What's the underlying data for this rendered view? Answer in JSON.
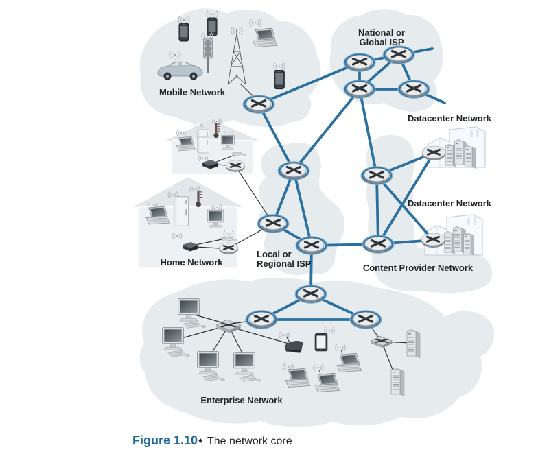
{
  "caption": {
    "label": "Figure 1.10",
    "separator": "♦",
    "text": "The network core"
  },
  "networks": {
    "mobile": {
      "label": "Mobile Network"
    },
    "national_isp": {
      "label_line1": "National or",
      "label_line2": "Global ISP"
    },
    "datacenter_top": {
      "label": "Datacenter Network"
    },
    "datacenter_bottom": {
      "label": "Datacenter Network"
    },
    "home": {
      "label": "Home Network"
    },
    "regional_isp": {
      "label_line1": "Local or",
      "label_line2": "Regional ISP"
    },
    "content_provider": {
      "label": "Content Provider Network"
    },
    "enterprise": {
      "label": "Enterprise Network"
    }
  },
  "colors": {
    "core_link_blue": "#2b70a0",
    "router_halo_blue": "#2e74a6",
    "cloud_gray": "#e6ebee",
    "caption_blue": "#1e6a97",
    "label_color": "#1f2326"
  },
  "diagram": {
    "core_links": [
      [
        "mobile-gateway",
        "isp-router-a"
      ],
      [
        "mobile-gateway",
        "core-router"
      ],
      [
        "isp-router-a",
        "isp-router-b"
      ],
      [
        "isp-router-a",
        "isp-router-c"
      ],
      [
        "isp-router-b",
        "isp-router-c"
      ],
      [
        "isp-router-b",
        "isp-router-d"
      ],
      [
        "isp-router-c",
        "isp-router-d"
      ],
      [
        "isp-router-b",
        "external-stub"
      ],
      [
        "isp-router-d",
        "external-stub"
      ],
      [
        "isp-router-c",
        "core-router"
      ],
      [
        "isp-router-c",
        "content-router-top"
      ],
      [
        "core-router",
        "regional-router-left"
      ],
      [
        "core-router",
        "regional-router-mid"
      ],
      [
        "regional-router-left",
        "regional-router-mid"
      ],
      [
        "regional-router-mid",
        "content-router-bottom"
      ],
      [
        "regional-router-mid",
        "enterprise-router-top"
      ],
      [
        "content-router-top",
        "content-router-bottom"
      ],
      [
        "content-router-top",
        "datacenter-router-top"
      ],
      [
        "content-router-top",
        "datacenter-router-bottom"
      ],
      [
        "content-router-bottom",
        "datacenter-router-top"
      ],
      [
        "content-router-bottom",
        "datacenter-router-bottom"
      ],
      [
        "enterprise-router-top",
        "enterprise-router-left"
      ],
      [
        "enterprise-router-top",
        "enterprise-router-right"
      ],
      [
        "enterprise-router-left",
        "enterprise-router-right"
      ]
    ],
    "access_links": [
      [
        "cell-tower",
        "mobile-gateway"
      ],
      [
        "home1-modem",
        "home1-router"
      ],
      [
        "home1-router",
        "regional-router-left"
      ],
      [
        "home2-modem",
        "home2-router"
      ],
      [
        "home2-router",
        "regional-router-left"
      ],
      [
        "home1-keyboard",
        "home1-modem"
      ],
      [
        "home2-keyboard",
        "home2-modem"
      ],
      [
        "enterprise-switch",
        "desktop-1"
      ],
      [
        "enterprise-switch",
        "desktop-2"
      ],
      [
        "enterprise-switch",
        "desktop-3"
      ],
      [
        "enterprise-switch",
        "desktop-4"
      ],
      [
        "enterprise-switch",
        "enterprise-router-left"
      ],
      [
        "enterprise-switch",
        "access-point"
      ],
      [
        "enterprise-router-right",
        "server-switch"
      ],
      [
        "server-switch",
        "server-1"
      ],
      [
        "server-switch",
        "server-2"
      ]
    ]
  }
}
